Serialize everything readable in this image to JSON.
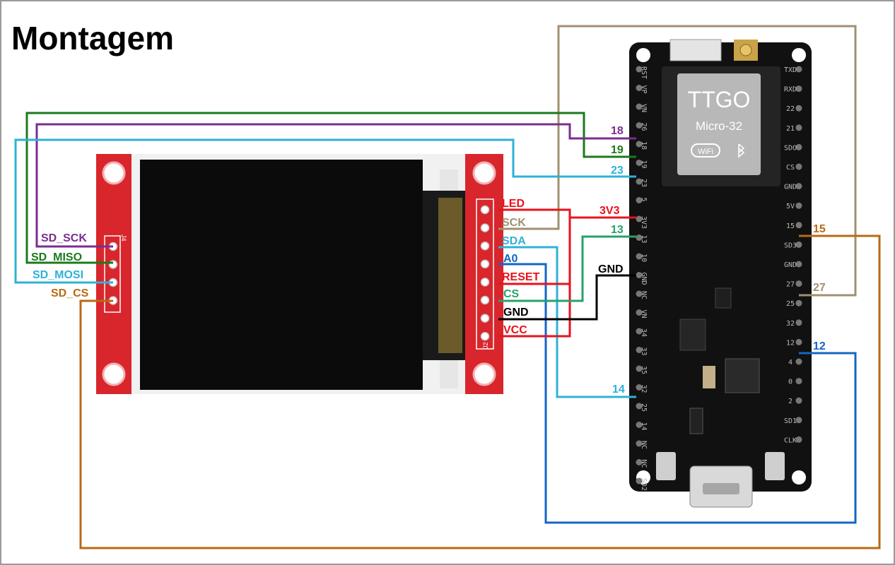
{
  "title": "Montagem",
  "colors": {
    "purple": "#7a2d91",
    "green": "#1b7a1b",
    "cyan": "#2fb1d6",
    "orange": "#b86a14",
    "tan": "#a09070",
    "red": "#e8121b",
    "teal": "#25a26a",
    "blue": "#1466c4",
    "black": "#000000",
    "pcb_red": "#d8262c",
    "board_black": "#111111"
  },
  "display": {
    "sd_header": {
      "name": "J4",
      "pins": [
        {
          "label": "SD_SCK",
          "color": "#7a2d91"
        },
        {
          "label": "SD_MISO",
          "color": "#1b7a1b"
        },
        {
          "label": "SD_MOSI",
          "color": "#2fb1d6"
        },
        {
          "label": "SD_CS",
          "color": "#b86a14"
        }
      ]
    },
    "lcd_header": {
      "name": "J2",
      "pins": [
        {
          "label": "LED",
          "color": "#e8121b"
        },
        {
          "label": "SCK",
          "color": "#a09070"
        },
        {
          "label": "SDA",
          "color": "#2fb1d6"
        },
        {
          "label": "A0",
          "color": "#1466c4"
        },
        {
          "label": "RESET",
          "color": "#e8121b"
        },
        {
          "label": "CS",
          "color": "#25a26a"
        },
        {
          "label": "GND",
          "color": "#000000"
        },
        {
          "label": "VCC",
          "color": "#e8121b"
        }
      ]
    }
  },
  "board": {
    "brand": "TTGO",
    "model": "Micro-32",
    "wifi": "WiFi",
    "left_pins": [
      "RST",
      "VP",
      "VN",
      "26",
      "18",
      "19",
      "23",
      "5",
      "3V3",
      "13",
      "10",
      "GND",
      "NC",
      "VN",
      "34",
      "33",
      "35",
      "32",
      "25",
      "14",
      "NC",
      "NC",
      "SD2"
    ],
    "right_pins": [
      "TXD",
      "RXD",
      "22",
      "21",
      "SDO",
      "CS",
      "GND",
      "5V",
      "15",
      "SD3",
      "GND",
      "27",
      "25",
      "32",
      "12",
      "4",
      "0",
      "2",
      "SD1",
      "CLK"
    ]
  },
  "connection_labels": {
    "gpio18": "18",
    "gpio19": "19",
    "gpio23": "23",
    "v3v3": "3V3",
    "gpio13": "13",
    "gnd": "GND",
    "gpio14": "14",
    "gpio15": "15",
    "gpio27": "27",
    "gpio12": "12"
  }
}
